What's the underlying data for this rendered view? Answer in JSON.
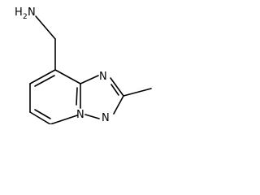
{
  "molecule": {
    "labels": {
      "amine_H": "H",
      "amine_sub": "2",
      "amine_N": "N",
      "triazole_N3": "N",
      "triazole_N1": "N",
      "bridge_N": "N"
    }
  }
}
